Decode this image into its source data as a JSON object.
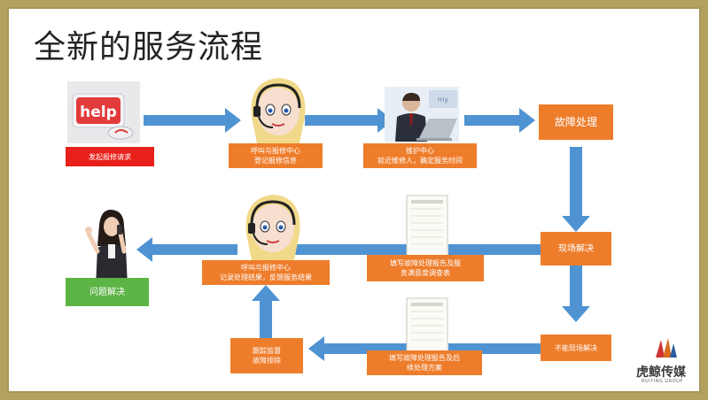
{
  "slide": {
    "title": "全新的服务流程"
  },
  "nodes": {
    "request": "发起报修请求",
    "callcenter1": "呼叫与报修中心\n登记报修信息",
    "maintenance_center": "维护中心\n就近维修人，确定服务时间",
    "fault_handling": "故障处理",
    "onsite_solve": "现场解决",
    "form1": "填写故障处理报告及服\n务满意度调查表",
    "callcenter2": "呼叫与报修中心\n记录处理结果，反馈服务结果",
    "problem_solved": "问题解决",
    "cannot_solve": "不能现场解决",
    "form2": "填写故障处理报告及后\n续处理方案",
    "followup": "跟踪监督\n故障排除"
  },
  "images": {
    "help_key": "help",
    "screen_text": "my"
  },
  "logo": {
    "name": "虎鲸传媒",
    "sub": "RUIYING GROUP"
  },
  "colors": {
    "orange": "#ee7d2b",
    "red": "#e8201a",
    "green": "#5cb444",
    "arrow": "#4f93d2"
  }
}
